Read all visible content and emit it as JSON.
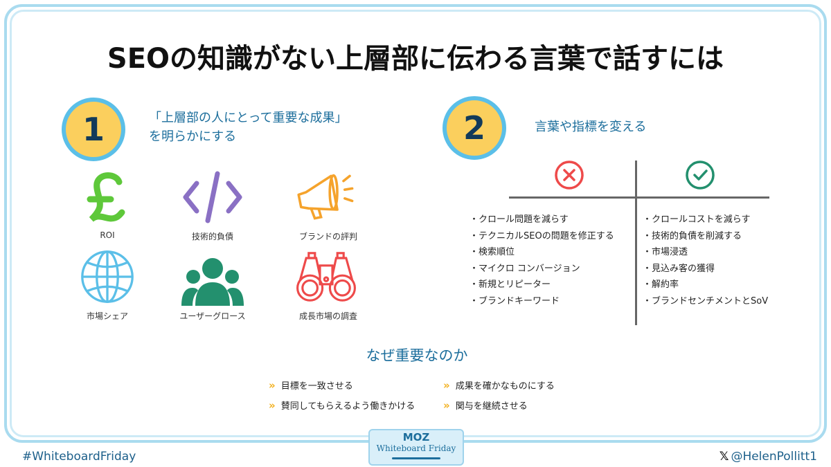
{
  "title": "SEOの知識がない上層部に伝わる言葉で話すには",
  "section1": {
    "number": "1",
    "heading_line1": "「上層部の人にとって重要な成果」",
    "heading_line2": "を明らかにする",
    "items": [
      {
        "label": "ROI",
        "icon": "pound-icon"
      },
      {
        "label": "技術的負債",
        "icon": "code-icon"
      },
      {
        "label": "ブランドの評判",
        "icon": "megaphone-icon"
      },
      {
        "label": "市場シェア",
        "icon": "globe-icon"
      },
      {
        "label": "ユーザーグロース",
        "icon": "users-icon"
      },
      {
        "label": "成長市場の調査",
        "icon": "binoculars-icon"
      }
    ]
  },
  "section2": {
    "number": "2",
    "heading": "言葉や指標を変える",
    "bad": [
      "・クロール問題を減らす",
      "・テクニカルSEOの問題を修正する",
      "・検索順位",
      "・マイクロ コンバージョン",
      "・新規とリピーター",
      "・ブランドキーワード"
    ],
    "good": [
      "・クロールコストを減らす",
      "・技術的負債を削減する",
      "・市場浸透",
      "・見込み客の獲得",
      "・解約率",
      "・ブランドセンチメントとSoV"
    ]
  },
  "why": {
    "heading": "なぜ重要なのか",
    "items": [
      "目標を一致させる",
      "成果を確かなものにする",
      "賛同してもらえるよう働きかける",
      "関与を継続させる"
    ]
  },
  "footer": {
    "hashtag": "#WhiteboardFriday",
    "handle": "@HelenPollitt1",
    "logo_brand": "MOZ",
    "logo_text": "Whiteboard Friday"
  },
  "colors": {
    "frame": "#a9dbef",
    "accent_blue": "#1c6e9c",
    "red": "#ee4a4a",
    "green": "#23906e",
    "yellow": "#fbcf5d"
  }
}
